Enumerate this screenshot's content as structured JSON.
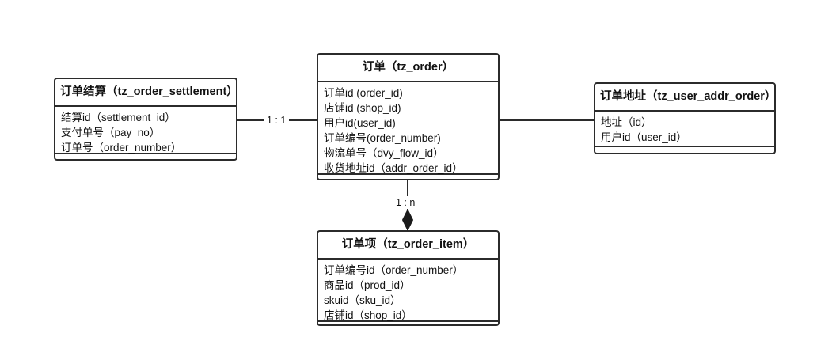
{
  "diagram": {
    "title": "order-er-diagram",
    "background": "#ffffff",
    "line_color": "#2b2b2b"
  },
  "entities": {
    "settlement": {
      "title": "订单结算（tz_order_settlement）",
      "attrs": [
        "结算id（settlement_id）",
        "支付单号（pay_no）",
        "订单号（order_number）"
      ]
    },
    "order": {
      "title": "订单（tz_order）",
      "attrs": [
        "订单id (order_id)",
        "店铺id (shop_id)",
        "用户id(user_id)",
        "订单编号(order_number)",
        "物流单号（dvy_flow_id）",
        "收货地址id（addr_order_id）"
      ]
    },
    "address": {
      "title": "订单地址（tz_user_addr_order）",
      "attrs": [
        "地址（id）",
        "用户id（user_id）"
      ]
    },
    "item": {
      "title": "订单项（tz_order_item）",
      "attrs": [
        "订单编号id（order_number）",
        "商品id（prod_id）",
        "skuid（sku_id）",
        "店铺id（shop_id）"
      ]
    }
  },
  "relations": {
    "settlement_to_order": {
      "label": "1 : 1"
    },
    "order_to_item": {
      "label": "1 : n"
    },
    "order_to_address": {
      "label": ""
    }
  }
}
